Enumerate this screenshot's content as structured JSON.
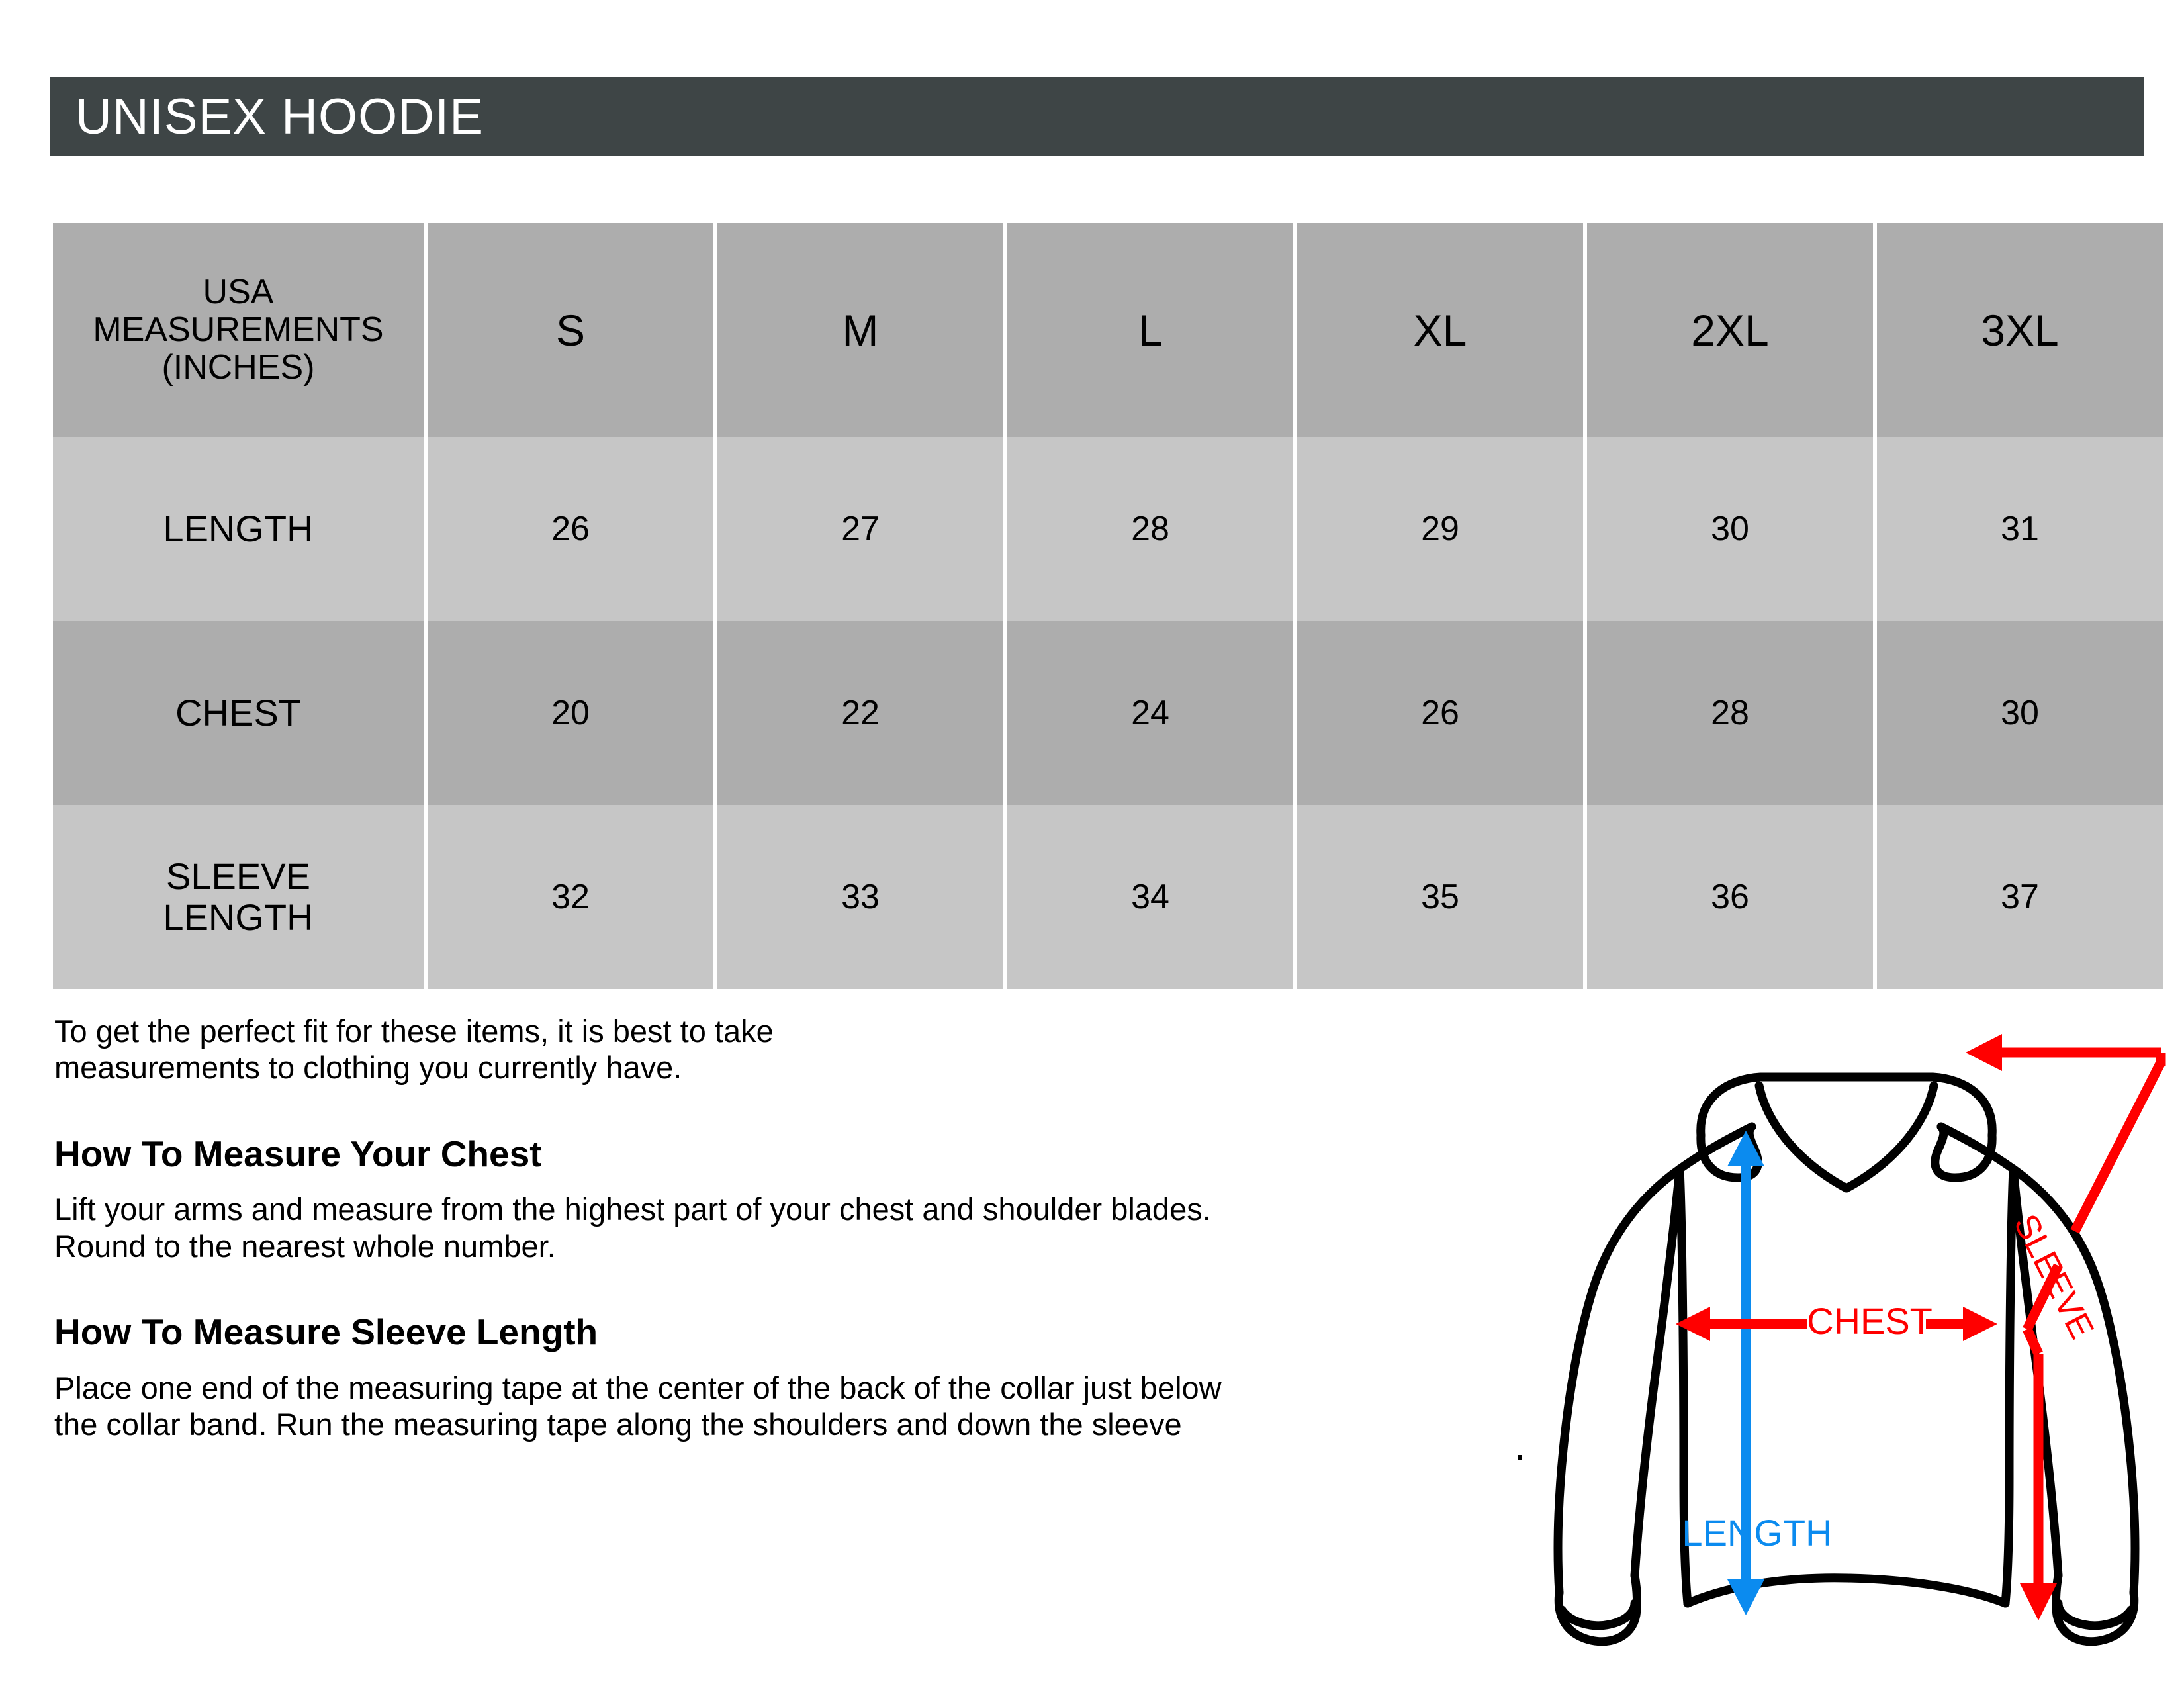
{
  "title_bar": {
    "title": "UNISEX HOODIE",
    "background_color": "#3e4546",
    "text_color": "#ffffff"
  },
  "size_table": {
    "row_header_bg": "#adadad",
    "row_odd_bg": "#c6c6c6",
    "row_even_bg": "#adadad",
    "header": {
      "label_line1": "USA",
      "label_line2": "MEASUREMENTS",
      "label_line3": "(INCHES)",
      "sizes": [
        "S",
        "M",
        "L",
        "XL",
        "2XL",
        "3XL"
      ]
    },
    "rows": [
      {
        "label": "LENGTH",
        "label_line1": "LENGTH",
        "label_line2": "",
        "values": [
          "26",
          "27",
          "28",
          "29",
          "30",
          "31"
        ]
      },
      {
        "label": "CHEST",
        "label_line1": "CHEST",
        "label_line2": "",
        "values": [
          "20",
          "22",
          "24",
          "26",
          "28",
          "30"
        ]
      },
      {
        "label": "SLEEVE LENGTH",
        "label_line1": "SLEEVE",
        "label_line2": "LENGTH",
        "values": [
          "32",
          "33",
          "34",
          "35",
          "36",
          "37"
        ]
      }
    ]
  },
  "copy": {
    "intro_line1": "To get the perfect fit for these items, it is best to take",
    "intro_line2": "measurements to clothing you currently have.",
    "chest_heading": "How To Measure Your Chest",
    "chest_body_line1": "Lift your arms and measure from the highest part of your chest and shoulder blades.",
    "chest_body_line2": "Round to the nearest whole number.",
    "sleeve_heading": "How To Measure Sleeve Length",
    "sleeve_body_line1": "Place one end of the measuring tape at the center of the back of the collar just below",
    "sleeve_body_line2": "the collar band. Run the measuring tape along the shoulders and down the sleeve"
  },
  "diagram": {
    "garment": "hoodie",
    "outline_color": "#000000",
    "chest_label": "CHEST",
    "chest_color": "#ff0000",
    "length_label": "LENGTH",
    "length_color": "#0b8bef",
    "sleeve_label": "SLEEVE",
    "sleeve_color": "#ff0000"
  }
}
